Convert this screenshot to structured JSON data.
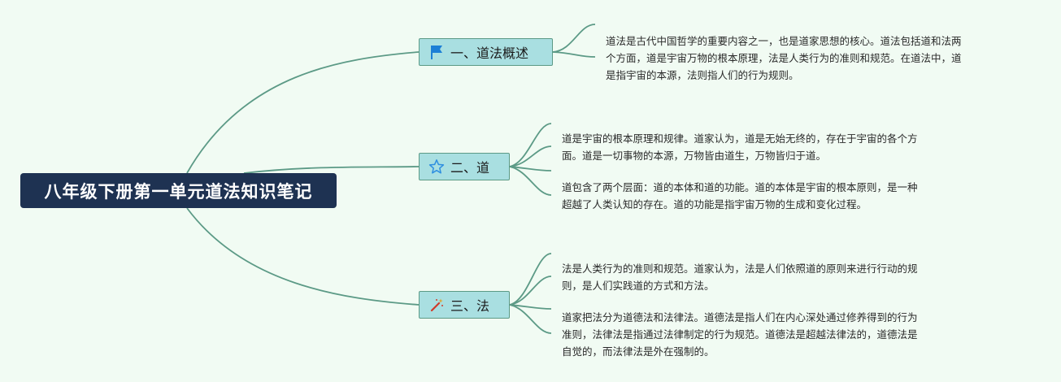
{
  "root": {
    "title": "八年级下册第一单元道法知识笔记"
  },
  "branches": [
    {
      "label": "一、道法概述",
      "icon": "flag-icon",
      "notes": [
        {
          "lines": [
            "道法是古代中国哲学的重要内容之一，也是道家思想的核心。道法包括道和法两",
            "个方面，道是宇宙万物的根本原理，法是人类行为的准则和规范。在道法中，道",
            "是指宇宙的本源，法则指人们的行为规则。"
          ]
        }
      ]
    },
    {
      "label": "二、道",
      "icon": "star-icon",
      "notes": [
        {
          "lines": [
            "道是宇宙的根本原理和规律。道家认为，道是无始无终的，存在于宇宙的各个方",
            "面。道是一切事物的本源，万物皆由道生，万物皆归于道。"
          ]
        },
        {
          "lines": [
            "道包含了两个层面：道的本体和道的功能。道的本体是宇宙的根本原则，是一种",
            "超越了人类认知的存在。道的功能是指宇宙万物的生成和变化过程。"
          ]
        }
      ]
    },
    {
      "label": "三、法",
      "icon": "magic-wand-icon",
      "notes": [
        {
          "lines": [
            "法是人类行为的准则和规范。道家认为，法是人们依照道的原则来进行行动的规",
            "则，是人们实践道的方式和方法。"
          ]
        },
        {
          "lines": [
            "道家把法分为道德法和法律法。道德法是指人们在内心深处通过修养得到的行为",
            "准则，法律法是指通过法律制定的行为规范。道德法是超越法律法的，道德法是",
            "自觉的，而法律法是外在强制的。"
          ]
        }
      ]
    }
  ],
  "colors": {
    "background": "#f1fbf3",
    "root_fill": "#1e3252",
    "branch_fill": "#a9dfe1",
    "branch_border": "#5c9a86",
    "connector": "#5c9a86",
    "flag_icon": "#1c7fd6",
    "star_icon": "#2f8fe0",
    "wand_icon": "#d03a2a"
  }
}
